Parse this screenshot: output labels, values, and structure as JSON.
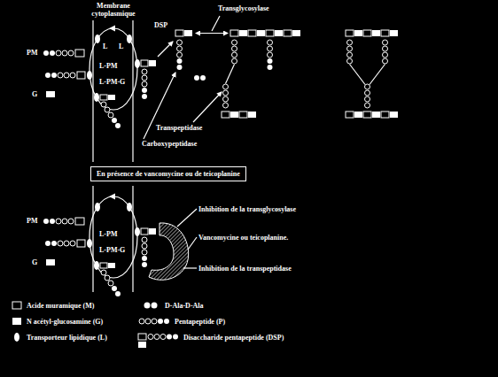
{
  "diagram": {
    "nodes": [
      {
        "text": [
          "En présence de vancomycine ou de teicoplanine"
        ]
      }
    ],
    "labels": [
      "Transglycosylase",
      "Membrane cytoplasmique",
      "L",
      "L",
      "PM",
      "DSP",
      "L-PM",
      "G",
      "L-PM-G",
      "Transpeptidase",
      "Carboxypeptidase",
      "PM",
      "Inhibition de la transglycosylase",
      "L-PM",
      "Vancomycine ou teicoplanine.",
      "G",
      "L-PM-G",
      "Inhibition de la transpeptidase"
    ],
    "legend": [
      {
        "text": "Acide muramique (M)"
      },
      {
        "text": "N acétyl-glucosamine (G)"
      },
      {
        "text": "Transporteur lipidique (L)"
      },
      {
        "text": "D-Ala-D-Ala"
      },
      {
        "text": "Pentapeptide (P)"
      },
      {
        "text": "Disaccharide pentapeptide (DSP)"
      }
    ]
  }
}
